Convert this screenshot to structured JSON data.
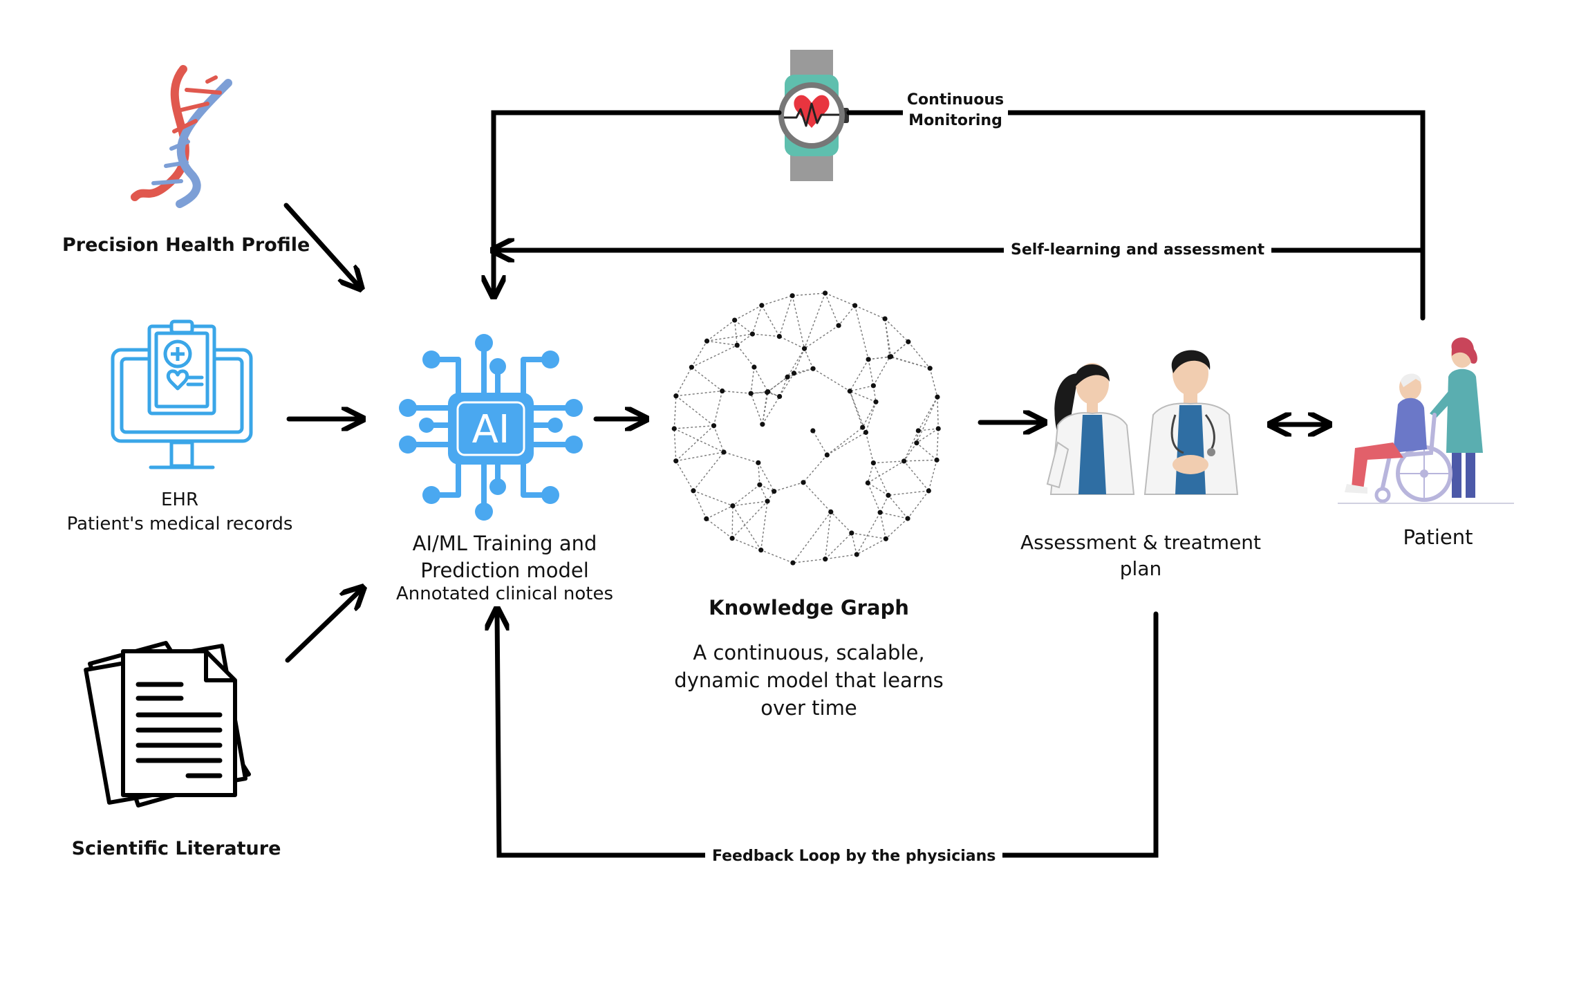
{
  "nodes": {
    "precision_health": {
      "label": "Precision Health Profile"
    },
    "ehr": {
      "line1": "EHR",
      "line2": "Patient's medical records"
    },
    "literature": {
      "label": "Scientific Literature"
    },
    "ai_model": {
      "line1": "AI/ML Training and",
      "line2": "Prediction model",
      "line3": "Annotated clinical notes",
      "chip_text": "AI"
    },
    "knowledge_graph": {
      "title": "Knowledge Graph",
      "desc_line1": "A continuous, scalable,",
      "desc_line2": "dynamic model that learns",
      "desc_line3": "over time"
    },
    "assessment": {
      "line1": "Assessment & treatment",
      "line2": "plan"
    },
    "patient": {
      "label": "Patient"
    }
  },
  "edges": {
    "monitoring": {
      "line1": "Continuous",
      "line2": "Monitoring"
    },
    "self_learning": {
      "label": "Self-learning and assessment"
    },
    "feedback": {
      "label": "Feedback Loop by the physicians"
    }
  },
  "colors": {
    "arrow": "#000000",
    "ai_blue": "#4aa8f0",
    "ehr_blue": "#3aa6e8",
    "dna_red": "#e0584e",
    "dna_blue": "#7d9fd6",
    "watch_teal": "#5fbfae",
    "watch_gray": "#9a9a9a",
    "heart_red": "#e8353f",
    "graph_dot": "#111111"
  }
}
